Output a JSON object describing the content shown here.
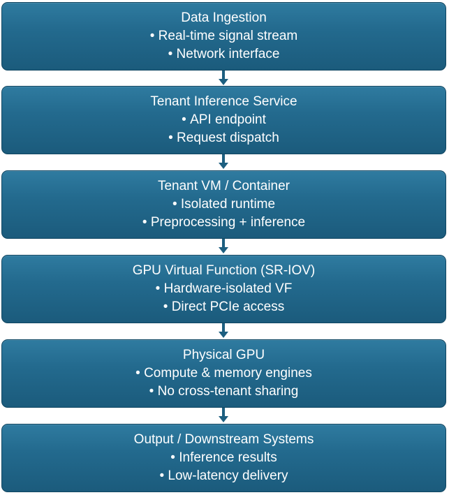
{
  "steps": [
    {
      "title": "Data Ingestion",
      "bullets": [
        "Real-time signal stream",
        "Network interface"
      ]
    },
    {
      "title": "Tenant Inference Service",
      "bullets": [
        "API endpoint",
        "Request dispatch"
      ]
    },
    {
      "title": "Tenant VM / Container",
      "bullets": [
        "Isolated runtime",
        "Preprocessing + inference"
      ]
    },
    {
      "title": "GPU Virtual Function (SR-IOV)",
      "bullets": [
        "Hardware-isolated VF",
        "Direct PCIe access"
      ]
    },
    {
      "title": "Physical GPU",
      "bullets": [
        "Compute & memory engines",
        "No cross-tenant sharing"
      ]
    },
    {
      "title": "Output / Downstream Systems",
      "bullets": [
        "Inference results",
        "Low-latency delivery"
      ]
    }
  ],
  "colors": {
    "box_fill": "#236a8e",
    "box_border": "#0f4561",
    "arrow": "#1d5f80",
    "text": "#ffffff"
  }
}
